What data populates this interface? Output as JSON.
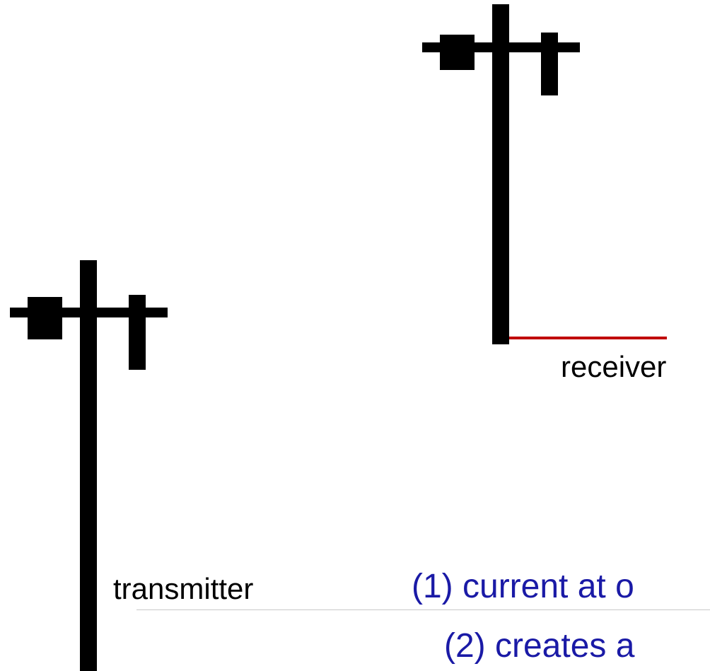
{
  "colors": {
    "antenna": "#000000",
    "receiver_wire": "#c00000",
    "caption_text": "#1a1aa6",
    "label_text": "#000000"
  },
  "labels": {
    "receiver": "receiver",
    "transmitter": "transmitter"
  },
  "captions": [
    "(1) current at o",
    "(2) creates a"
  ]
}
